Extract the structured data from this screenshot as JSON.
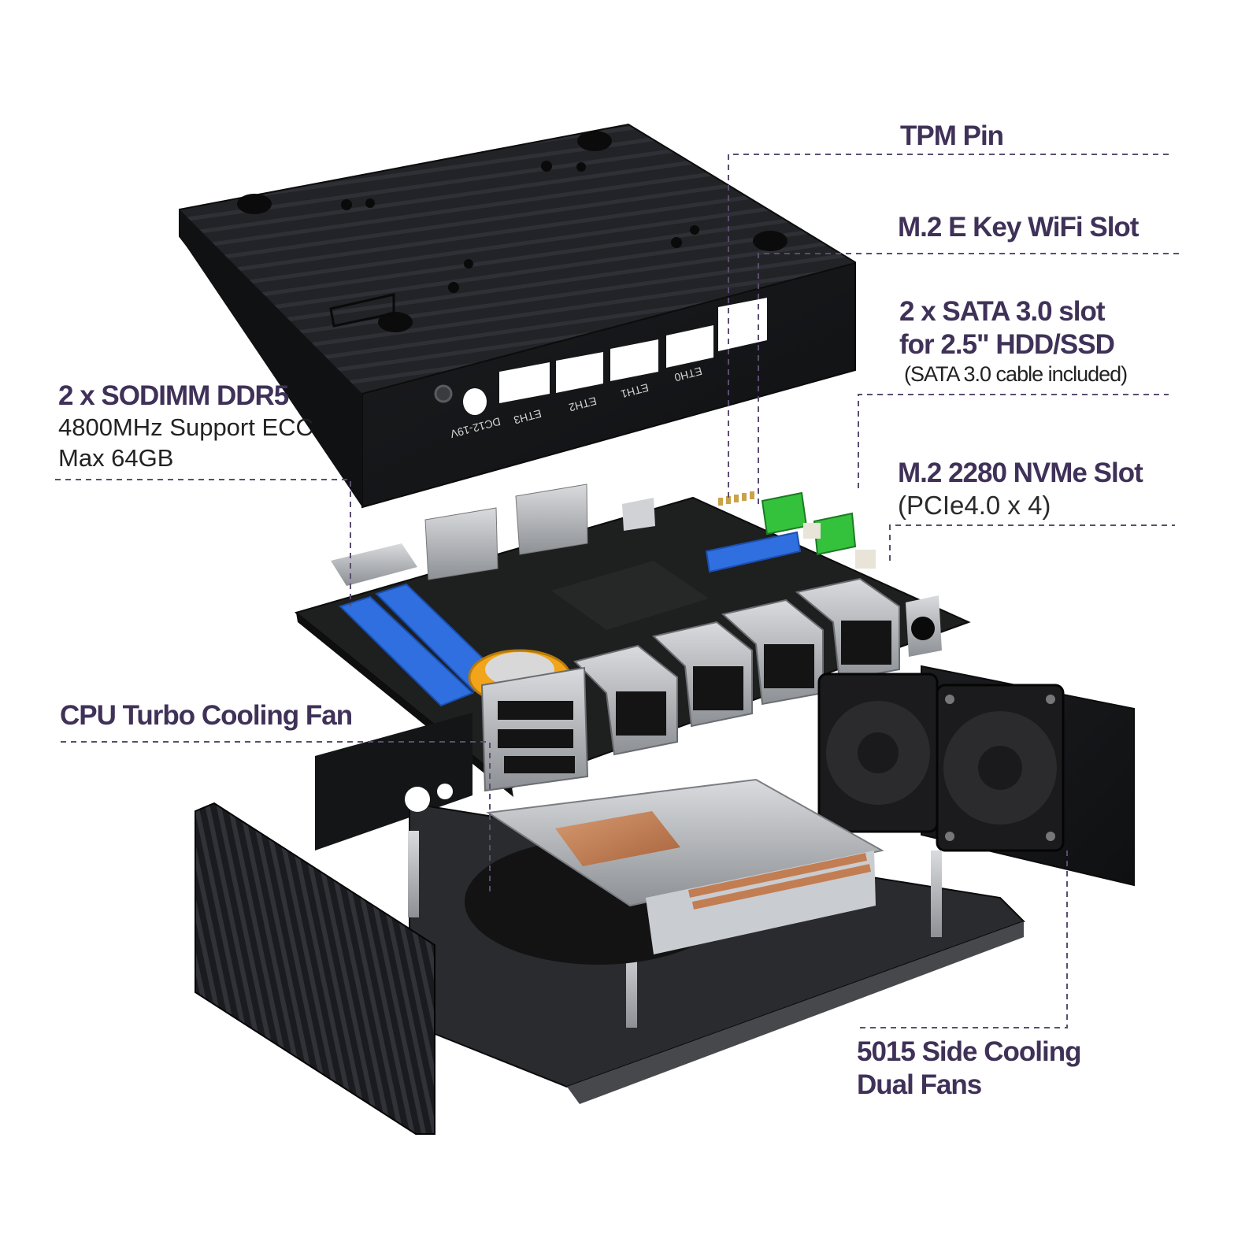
{
  "colors": {
    "label": "#3f3158",
    "leader": "#5b4d70",
    "chassis": "#1d1e21",
    "pcb": "#1c1c1c",
    "dimm_slot": "#2f6fe0",
    "sata_slot": "#34c23d",
    "metal": "#b9bcc0",
    "copper": "#c27d52"
  },
  "callouts": {
    "tpm": {
      "title": "TPM Pin"
    },
    "wifi": {
      "title": "M.2 E Key WiFi Slot"
    },
    "sata": {
      "title_line1": "2 x SATA 3.0 slot",
      "title_line2": "for 2.5\" HDD/SSD",
      "note": "(SATA 3.0 cable included)"
    },
    "nvme": {
      "title": "M.2 2280 NVMe Slot",
      "sub": "(PCIe4.0 x 4)"
    },
    "sodimm": {
      "title": "2 x SODIMM DDR5",
      "sub_line1": "4800MHz Support ECC",
      "sub_line2": "Max 64GB"
    },
    "cpu_fan": {
      "title": "CPU Turbo Cooling Fan"
    },
    "side_fans": {
      "title_line1": "5015 Side Cooling",
      "title_line2": "Dual Fans"
    }
  },
  "panel_labels": {
    "eth0": "ETH0",
    "eth1": "ETH1",
    "eth2": "ETH2",
    "eth3": "ETH3",
    "dc": "DC12-19V"
  }
}
